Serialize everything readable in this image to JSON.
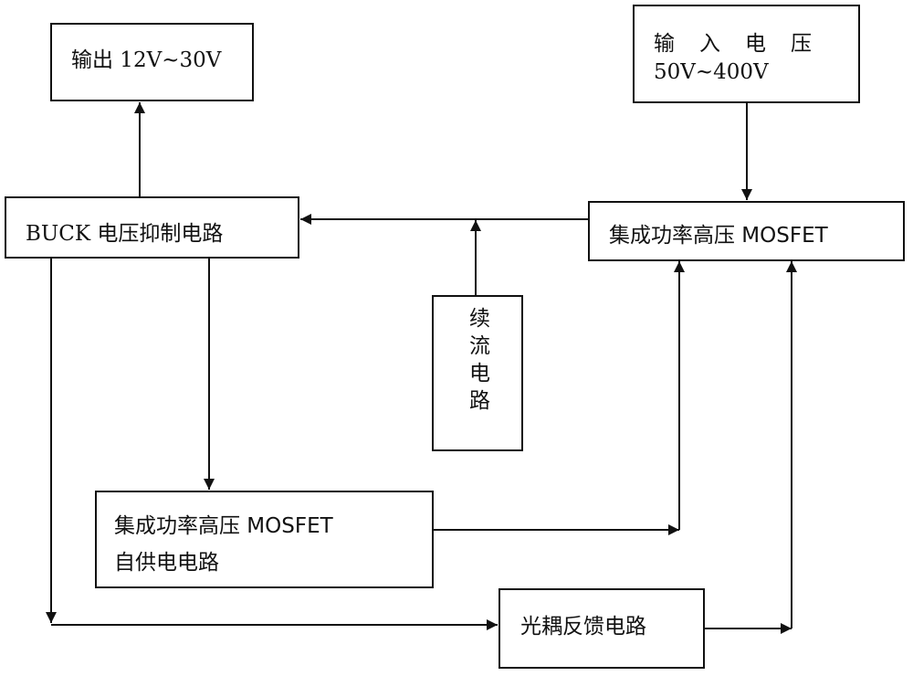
{
  "diagram": {
    "type": "block-diagram",
    "blocks": {
      "output": {
        "label": "输出 12V~30V"
      },
      "input": {
        "line1": "输　入　电　压",
        "line2": "50V~400V"
      },
      "buck": {
        "label": "BUCK 电压抑制电路"
      },
      "mosfet": {
        "label": "集成功率高压 MOSFET"
      },
      "freewheel": {
        "chars": [
          "续",
          "流",
          "电",
          "路"
        ]
      },
      "self_supply": {
        "line1": "集成功率高压 MOSFET",
        "line2": "自供电电路"
      },
      "optocoupler": {
        "label": "光耦反馈电路"
      }
    },
    "connections": [
      {
        "from": "input",
        "to": "mosfet"
      },
      {
        "from": "mosfet",
        "to": "buck"
      },
      {
        "from": "freewheel",
        "to": "buck-mosfet-line"
      },
      {
        "from": "buck",
        "to": "output"
      },
      {
        "from": "buck",
        "to": "self_supply"
      },
      {
        "from": "buck",
        "to": "optocoupler"
      },
      {
        "from": "self_supply",
        "to": "mosfet"
      },
      {
        "from": "optocoupler",
        "to": "mosfet"
      }
    ],
    "colors": {
      "line": "#111111",
      "background": "#ffffff"
    }
  }
}
